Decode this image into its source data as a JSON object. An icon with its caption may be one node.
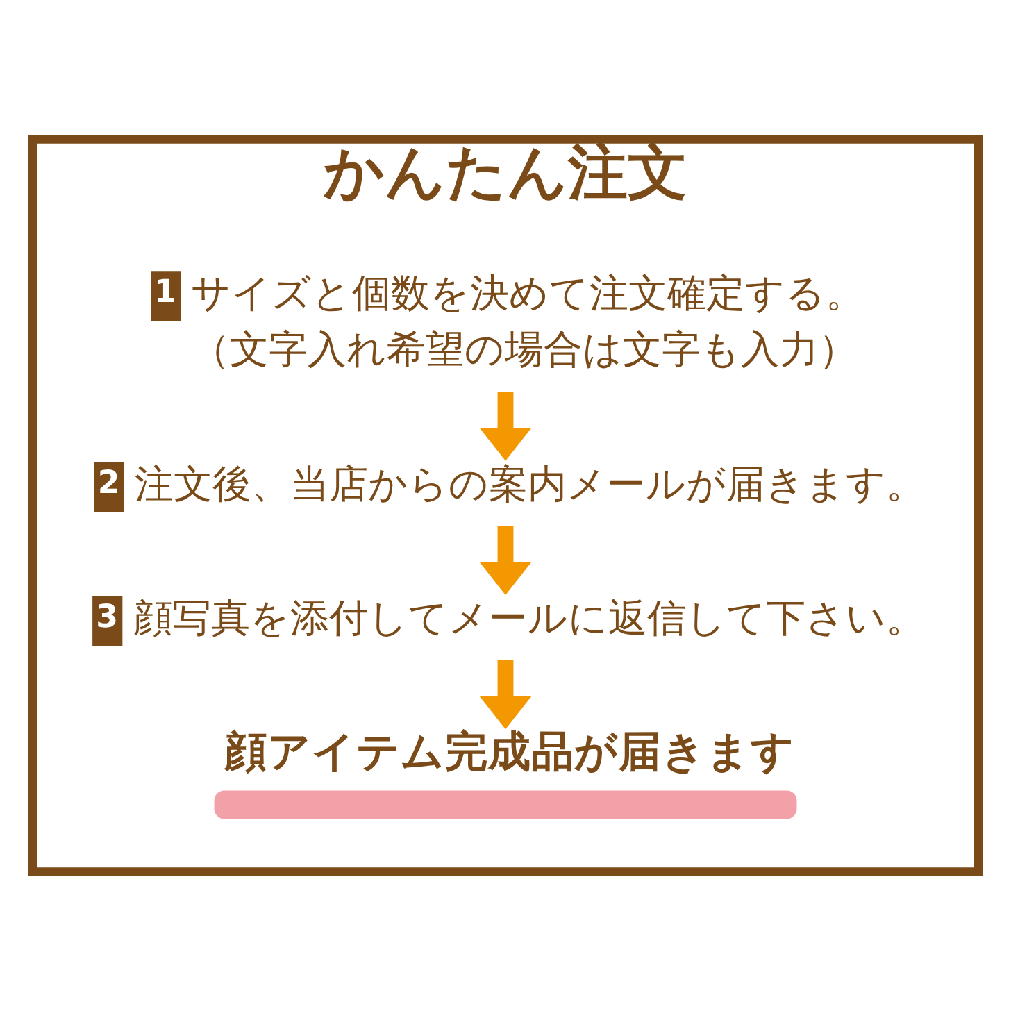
{
  "diagram": {
    "nodes": [
      {
        "text": [
          "かんたん注文"
        ]
      },
      {
        "text": [
          "1",
          "サイズと個数を決めて注文確定する。",
          "（文字入れ希望の場合は文字も入力）"
        ],
        "in": 0
      },
      {
        "text": [
          "2",
          "注文後、当店からの案内メールが届きます。"
        ],
        "in": 0
      },
      {
        "text": [
          "3",
          "顔写真を添付してメールに返信して下さい。"
        ],
        "in": 0
      },
      {
        "text": [
          "顔アイテム完成品が届きます"
        ],
        "in": 0
      }
    ],
    "edges": [
      {
        "from": 1,
        "to": 2,
        "arrow": "to"
      },
      {
        "from": 2,
        "to": 3,
        "arrow": "to"
      },
      {
        "from": 3,
        "to": 4,
        "arrow": "to"
      }
    ]
  }
}
